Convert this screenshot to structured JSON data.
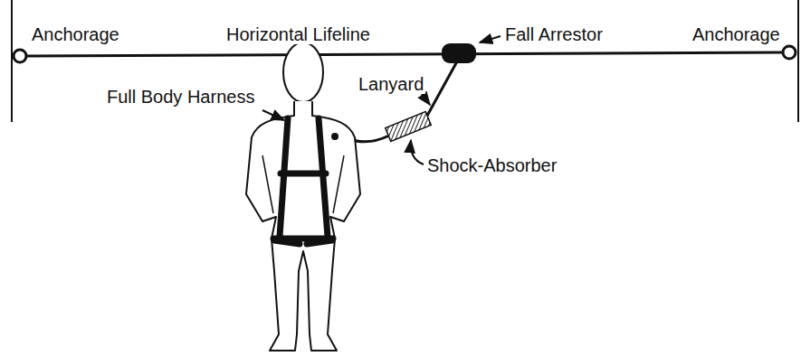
{
  "diagram": {
    "labels": [
      "Anchorage",
      "Horizontal Lifeline",
      "Fall Arrestor",
      "Anchorage",
      "Full Body Harness",
      "Lanyard",
      "Shock-Absorber"
    ]
  }
}
